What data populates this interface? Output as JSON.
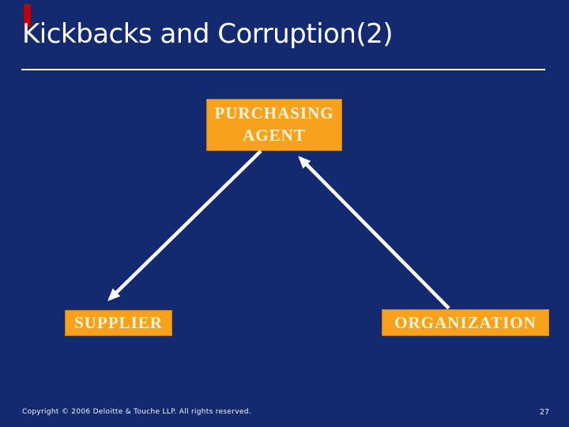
{
  "slide": {
    "title": "Kickbacks and Corruption(2)"
  },
  "diagram": {
    "nodes": {
      "purchasing_agent": {
        "label": "PURCHASING AGENT"
      },
      "supplier": {
        "label": "SUPPLIER"
      },
      "organization": {
        "label": "ORGANIZATION"
      }
    },
    "arrows": [
      {
        "from": "PURCHASING AGENT",
        "to": "SUPPLIER",
        "direction": "down-left",
        "arrowhead_at": "SUPPLIER"
      },
      {
        "from": "ORGANIZATION",
        "to": "PURCHASING AGENT",
        "direction": "up-left",
        "arrowhead_at": "PURCHASING AGENT"
      }
    ]
  },
  "footer": {
    "copyright": "Copyright © 2006 Deloitte & Touche LLP. All rights reserved.",
    "page_number": "27"
  },
  "colors": {
    "background": "#132970",
    "node_fill": "#F7A11C",
    "node_text": "#FDF4D7",
    "title_text": "#FFFFFF",
    "divider": "#FFFFFF",
    "arrow": "#FFFFFF",
    "accent_bar": "#C00000"
  }
}
